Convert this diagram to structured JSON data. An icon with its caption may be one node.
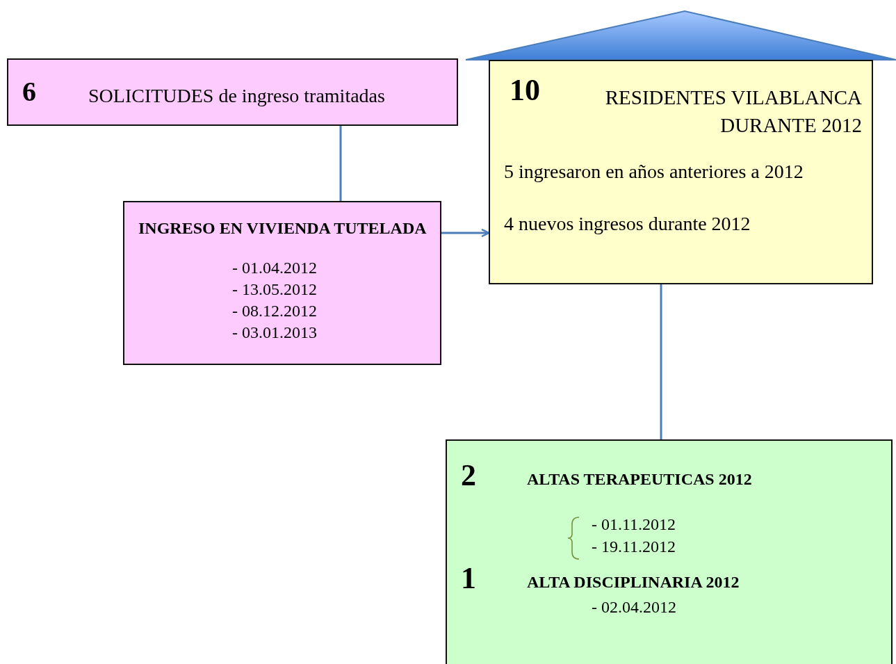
{
  "diagram": {
    "nodes": [
      {
        "text": [
          "6",
          "SOLICITUDES de ingreso tramitadas"
        ]
      },
      {
        "text": [
          "INGRESO EN VIVIENDA TUTELADA",
          "- 01.04.2012",
          "- 13.05.2012",
          "- 08.12.2012",
          "- 03.01.2013"
        ]
      },
      {
        "text": [
          "10",
          "RESIDENTES VILABLANCA DURANTE 2012",
          "5 ingresaron en años anteriores a 2012",
          "4 nuevos ingresos durante 2012"
        ]
      },
      {
        "text": [
          "2",
          "ALTAS TERAPEUTICAS 2012",
          "- 01.11.2012",
          "- 19.11.2012",
          "1",
          "ALTA DISCIPLINARIA 2012",
          "- 02.04.2012"
        ]
      }
    ],
    "edges": [
      {
        "from": 0,
        "to": 1,
        "arrow": "none"
      },
      {
        "from": 1,
        "to": 2,
        "arrow": "to"
      },
      {
        "from": 2,
        "to": 3,
        "arrow": "none"
      }
    ]
  }
}
